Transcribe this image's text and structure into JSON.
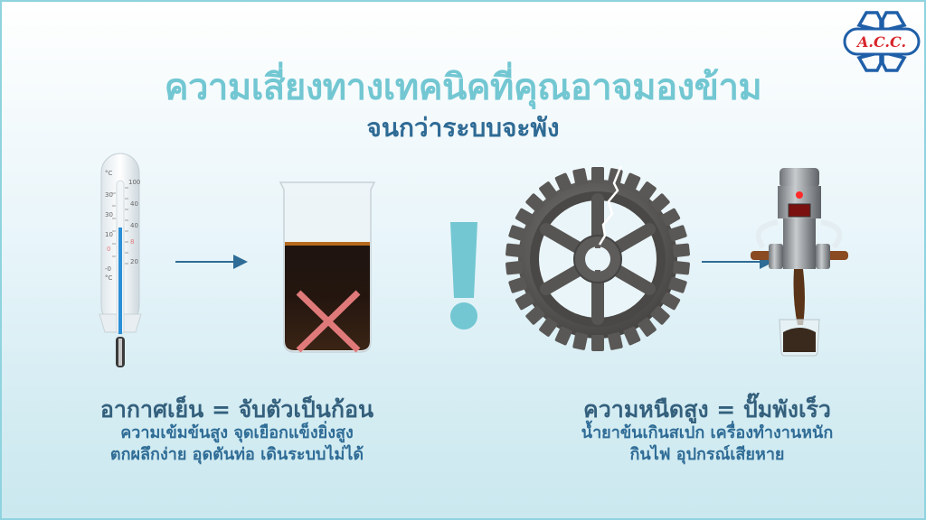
{
  "slide": {
    "title": "ความเสี่ยงทางเทคนิคที่คุณอาจมองข้าม",
    "subtitle": "จนกว่าระบบจะพัง",
    "logo": {
      "text": "A.C.C.",
      "colors": {
        "frame": "#1f5fa8",
        "text": "#d9262c"
      }
    }
  },
  "left_panel": {
    "headline": "อากาศเย็น = จับตัวเป็นก้อน",
    "body_lines": [
      "ความเข้มข้นสูง จุดเยือกแข็งยิ่งสูง",
      "ตกผลึกง่าย อุดตันท่อ เดินระบบไม่ได้"
    ],
    "thermometer": {
      "unit_top": "°C",
      "unit_bottom": "°C",
      "left_scale": [
        "30",
        "30",
        "10",
        "0",
        "-0"
      ],
      "right_scale": [
        "100",
        "40",
        "40",
        "8",
        "20"
      ]
    },
    "images": [
      "thermometer-icon",
      "beaker-dark-liquid-icon",
      "red-x-icon"
    ]
  },
  "right_panel": {
    "headline": "ความหนืดสูง = ปั๊มพังเร็ว",
    "body_lines": [
      "น้ำยาข้นเกินสเปก เครื่องทำงานหนัก",
      "กินไฟ อุปกรณ์เสียหาย"
    ],
    "images": [
      "cracked-gear-icon",
      "pump-icon"
    ]
  },
  "colors": {
    "title": "#72c7d2",
    "subtitle": "#2f6b95",
    "arrow": "#2f6c96",
    "exclamation": "#72c7d2",
    "x_mark": "#e07a7a",
    "border": "#8fd3df"
  }
}
